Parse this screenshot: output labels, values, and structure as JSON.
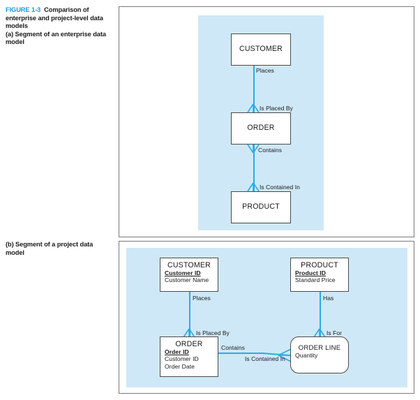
{
  "figure": {
    "label": "FIGURE 1-3",
    "title": "Comparison of enterprise and project-level data models",
    "caption_a": "(a) Segment of an enterprise data model",
    "caption_b": "(b) Segment of a project data model",
    "label_color": "#1a9ad6"
  },
  "colors": {
    "panel_fill": "#cfe8f7",
    "connector": "#29ace3",
    "entity_border": "#4a4a4a",
    "panel_border": "#7a7a7a"
  },
  "diagram_a": {
    "entities": [
      {
        "name": "CUSTOMER"
      },
      {
        "name": "ORDER"
      },
      {
        "name": "PRODUCT"
      }
    ],
    "relationships": [
      {
        "from": "CUSTOMER",
        "to": "ORDER",
        "label_near_parent": "Places",
        "label_near_child": "Is Placed By"
      },
      {
        "from": "ORDER",
        "to": "PRODUCT",
        "label_near_parent": "Contains",
        "label_near_child": "Is Contained In"
      }
    ]
  },
  "diagram_b": {
    "entities": [
      {
        "name": "CUSTOMER",
        "weak": false,
        "attributes": [
          {
            "text": "Customer ID",
            "primary_key": true
          },
          {
            "text": "Customer Name",
            "primary_key": false
          }
        ]
      },
      {
        "name": "PRODUCT",
        "weak": false,
        "attributes": [
          {
            "text": "Product ID",
            "primary_key": true
          },
          {
            "text": "Standard Price",
            "primary_key": false
          }
        ]
      },
      {
        "name": "ORDER",
        "weak": false,
        "attributes": [
          {
            "text": "Order ID",
            "primary_key": true
          },
          {
            "text": "Customer ID",
            "primary_key": false
          },
          {
            "text": "Order Date",
            "primary_key": false
          }
        ]
      },
      {
        "name": "ORDER LINE",
        "weak": true,
        "attributes": [
          {
            "text": "Quantity",
            "primary_key": false
          }
        ]
      }
    ],
    "relationships": [
      {
        "from": "CUSTOMER",
        "to": "ORDER",
        "label_near_parent": "Places",
        "label_near_child": "Is Placed By"
      },
      {
        "from": "PRODUCT",
        "to": "ORDER LINE",
        "label_near_parent": "Has",
        "label_near_child": "Is For"
      },
      {
        "from": "ORDER",
        "to": "ORDER LINE",
        "label_near_parent": "Contains",
        "label_near_child": "Is Contained In"
      }
    ]
  }
}
